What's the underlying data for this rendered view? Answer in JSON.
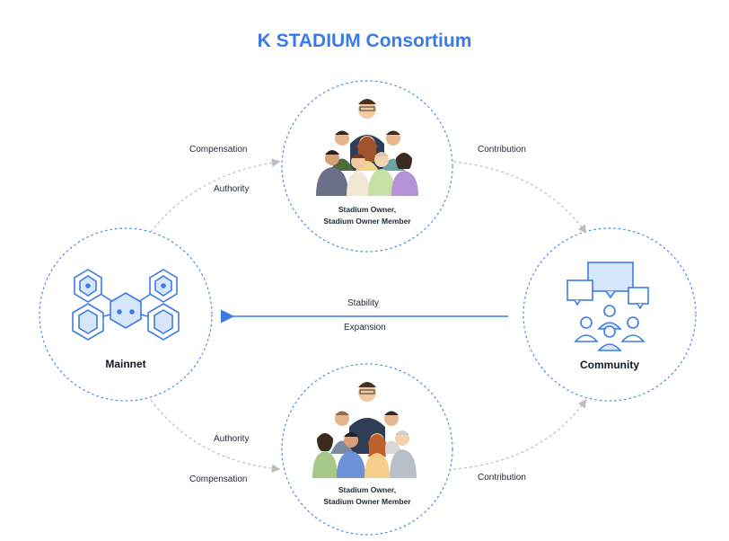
{
  "title": "K STADIUM Consortium",
  "nodes": {
    "top": {
      "caption_line1": "Stadium Owner,",
      "caption_line2": "Stadium Owner Member"
    },
    "bottom": {
      "caption_line1": "Stadium Owner,",
      "caption_line2": "Stadium Owner Member"
    },
    "mainnet": {
      "label": "Mainnet"
    },
    "community": {
      "label": "Community"
    }
  },
  "edges": {
    "mainnet_to_top": {
      "upper_label": "Compensation",
      "lower_label": "Authority"
    },
    "top_to_community": {
      "label": "Contribution"
    },
    "community_to_mainnet": {
      "upper_label": "Stability",
      "lower_label": "Expansion"
    },
    "mainnet_to_bottom": {
      "upper_label": "Authority",
      "lower_label": "Compensation"
    },
    "bottom_to_community": {
      "label": "Contribution"
    }
  },
  "colors": {
    "accent": "#3b7be6",
    "circle_border": "#4a86e8",
    "connector": "#bdbdbd",
    "icon_stroke": "#3b7be6",
    "icon_fill": "#d6e6fb"
  }
}
